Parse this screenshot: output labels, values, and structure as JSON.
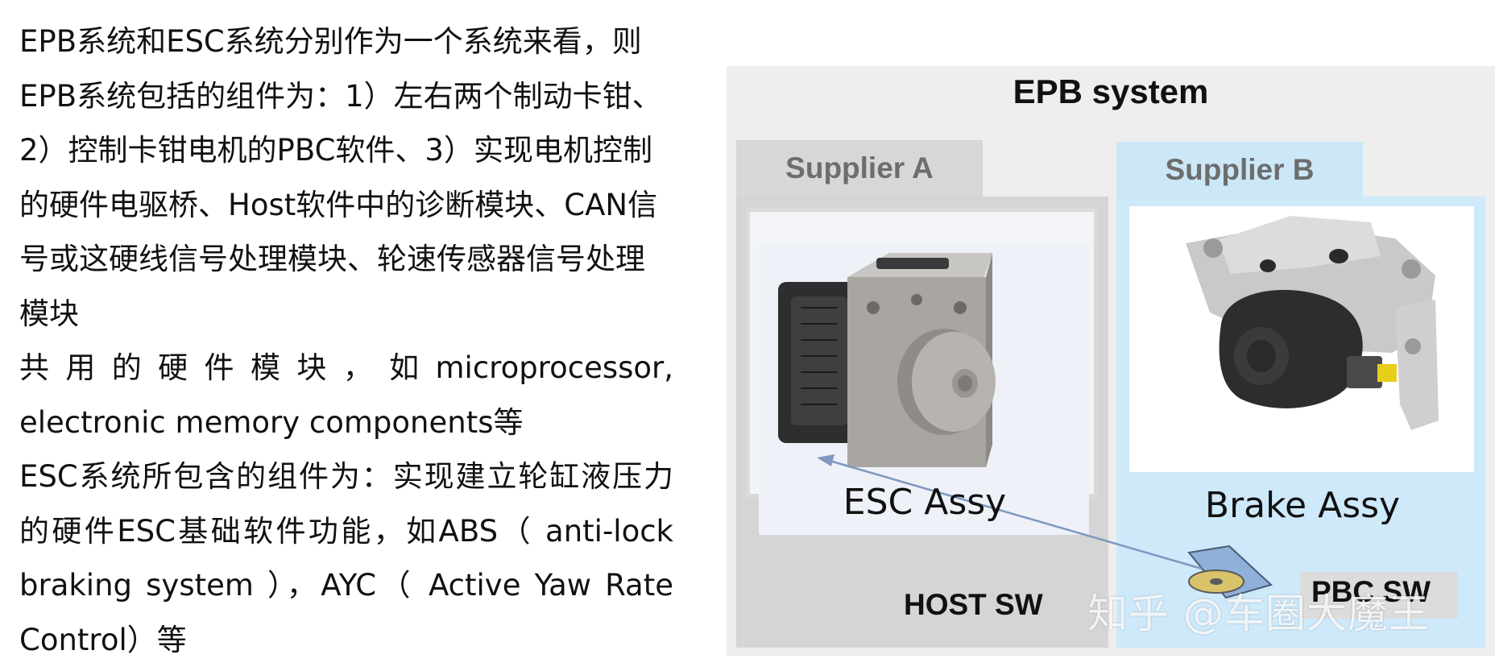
{
  "text": {
    "p1": "EPB系统和ESC系统分别作为一个系统来看，则EPB系统包括的组件为：1）左右两个制动卡钳、2）控制卡钳电机的PBC软件、3）实现电机控制的硬件电驱桥、Host软件中的诊断模块、CAN信号或这硬线信号处理模块、轮速传感器信号处理模块",
    "p2": "共用的硬件模块，如microprocessor, electronic memory components等",
    "p3": "ESC系统所包含的组件为：实现建立轮缸液压力的硬件ESC基础软件功能，如ABS（ anti-lock braking system ），AYC（ Active Yaw Rate Control）等"
  },
  "diagram": {
    "title": "EPB system",
    "supplier_a": "Supplier A",
    "supplier_b": "Supplier B",
    "esc_caption": "ESC Assy",
    "brake_caption": "Brake Assy",
    "host_sw": "HOST SW",
    "pbc_sw": "PBC SW"
  },
  "watermark": "知乎 @车圈大魔王"
}
